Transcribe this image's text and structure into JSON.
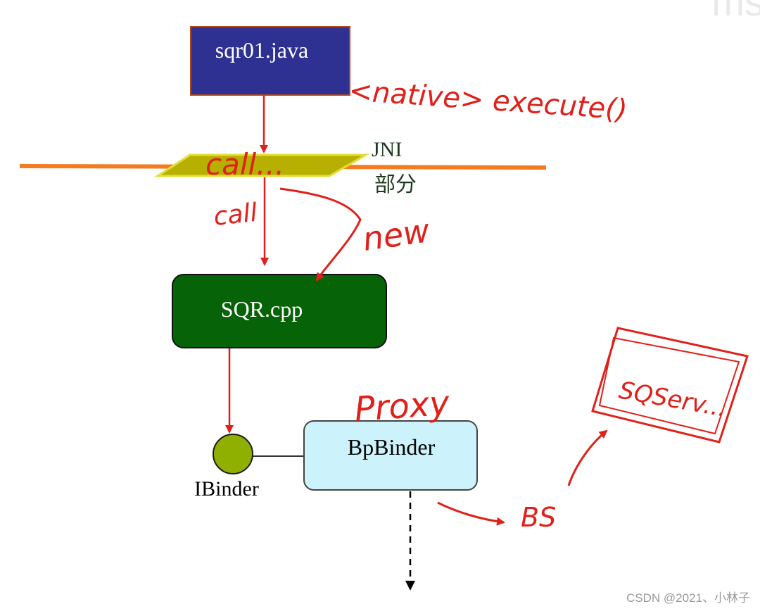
{
  "diagram": {
    "java_box": "sqr01.java",
    "jni_label": "JNI",
    "jni_sublabel": "部分",
    "cpp_box": "SQR.cpp",
    "ibinder_label": "IBinder",
    "bpbinder_box": "BpBinder"
  },
  "annotations": {
    "native": "<native> execute()",
    "jni_call": "call...",
    "call": "call",
    "new": "new",
    "proxy": "Proxy",
    "bs": "BS",
    "sqservice": "SQServ..."
  },
  "watermark": "CSDN @2021、小林子",
  "corner_mark": "ms",
  "colors": {
    "java_box": "#2e3192",
    "cpp_box": "#076307",
    "bpbinder_box": "#ccf2fb",
    "ibinder_circle": "#8fb000",
    "jni_line": "#f47b20",
    "jni_plate": "#b7b000",
    "arrow_red": "#e0201a"
  }
}
